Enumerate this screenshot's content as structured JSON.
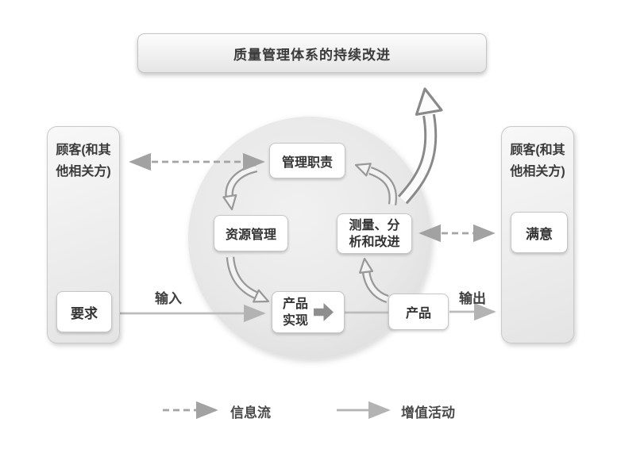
{
  "banner": {
    "title": "质量管理体系的持续改进"
  },
  "left_customer": {
    "title": "顾客(和其他相关方)",
    "item": "要求"
  },
  "right_customer": {
    "title": "顾客(和其他相关方)",
    "item": "满意"
  },
  "cycle": {
    "management": "管理职责",
    "resource": "资源管理",
    "realization_line1": "产品",
    "realization_line2": "实现",
    "measurement": "测量、分析和改进",
    "product": "产品"
  },
  "flow_labels": {
    "input": "输入",
    "output": "输出"
  },
  "legend": {
    "information_flow": "信息流",
    "value_added": "增值活动"
  },
  "colors": {
    "circle_fill": "#e8e8e8",
    "swoosh_stroke": "#989898",
    "big_arrow_stroke": "#898989",
    "solid_line": "#bcbcbc",
    "dashed_line": "#a4a4a4",
    "box_border": "#c6c6c6",
    "text": "#3b3b3b"
  }
}
